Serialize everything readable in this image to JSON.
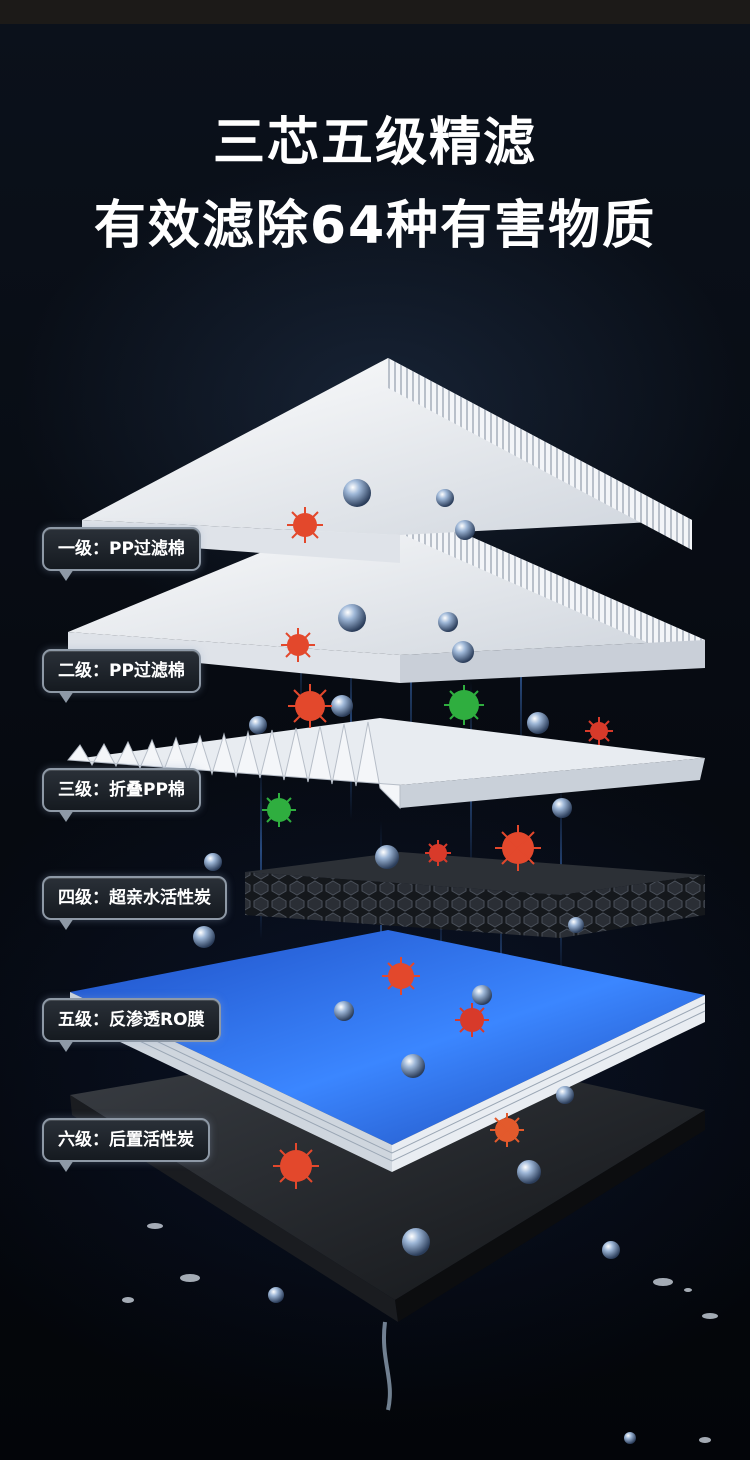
{
  "heading": {
    "line1": "三芯五级精滤",
    "line2": "有效滤除64种有害物质"
  },
  "layers": [
    {
      "label": "一级：PP过滤棉",
      "material": "pp-cotton"
    },
    {
      "label": "二级：PP过滤棉",
      "material": "pp-cotton"
    },
    {
      "label": "三级：折叠PP棉",
      "material": "pleated-pp"
    },
    {
      "label": "四级：超亲水活性炭",
      "material": "activated-carbon"
    },
    {
      "label": "五级：反渗透RO膜",
      "material": "ro-membrane"
    },
    {
      "label": "六级：后置活性炭",
      "material": "post-carbon"
    }
  ],
  "colors": {
    "background": "#05080f",
    "filter_white": "#f2f4f7",
    "carbon": "#1e2126",
    "ro_blue": "#2f6fe0",
    "bacteria_red": "#e3482c",
    "bacteria_green": "#2fae3f",
    "label_border": "#8e99a6"
  }
}
